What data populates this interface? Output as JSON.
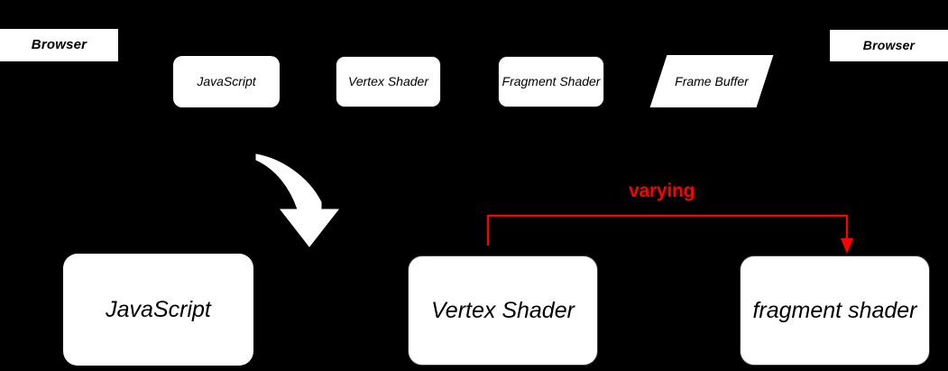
{
  "diagram": {
    "background_color": "#000000",
    "surface_color": "#ffffff",
    "accent_color": "#ff0000",
    "legend": {
      "left_label": "Browser",
      "right_label": "Browser"
    },
    "palette": [
      {
        "label": "JavaScript",
        "shape": "rounded-rect",
        "bordered": false
      },
      {
        "label": "Vertex Shader",
        "shape": "rounded-rect",
        "bordered": true
      },
      {
        "label": "Fragment Shader",
        "shape": "rounded-rect",
        "bordered": true
      },
      {
        "label": "Frame Buffer",
        "shape": "parallelogram",
        "bordered": false
      }
    ],
    "stages": [
      {
        "label": "JavaScript",
        "shape": "rounded-rect"
      },
      {
        "label": "Vertex Shader",
        "shape": "rounded-rect"
      },
      {
        "label": "fragment shader",
        "shape": "rounded-rect"
      }
    ],
    "annotations": {
      "varying": "varying"
    },
    "connectors": {
      "flow_arrow": "curved-down-arrow",
      "varying_arrow": "bracket-arrow"
    }
  }
}
